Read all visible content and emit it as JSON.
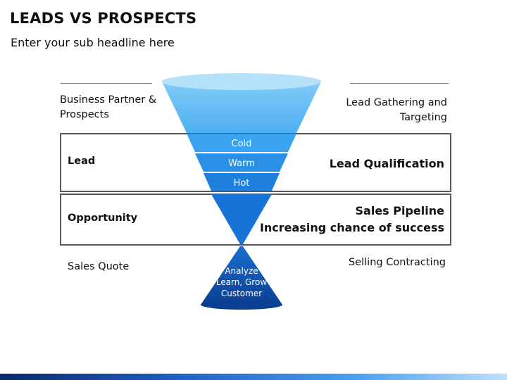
{
  "title": "LEADS VS PROSPECTS",
  "subtitle": "Enter your sub headline here",
  "left": {
    "business_partner": [
      "Business Partner &",
      "Prospects"
    ],
    "lead": "Lead",
    "opportunity": "Opportunity",
    "sales_quote": "Sales Quote"
  },
  "right": {
    "lead_gathering": [
      "Lead Gathering and",
      "Targeting"
    ],
    "lead_qualification": "Lead Qualification",
    "sales_pipeline": [
      "Sales Pipeline",
      "Increasing chance of success"
    ],
    "selling_contracting": "Selling Contracting"
  },
  "funnel": {
    "stages": [
      "Cold",
      "Warm",
      "Hot"
    ],
    "bottom": [
      "Analyze",
      "Learn, Grow",
      "Customer"
    ]
  },
  "colors": {
    "funnel_top": "#6ec3f7",
    "funnel_mid": "#2b8ee6",
    "funnel_dark": "#1565c8",
    "funnel_bottom": "#0d4ea6",
    "rim": "#aeddfa"
  }
}
